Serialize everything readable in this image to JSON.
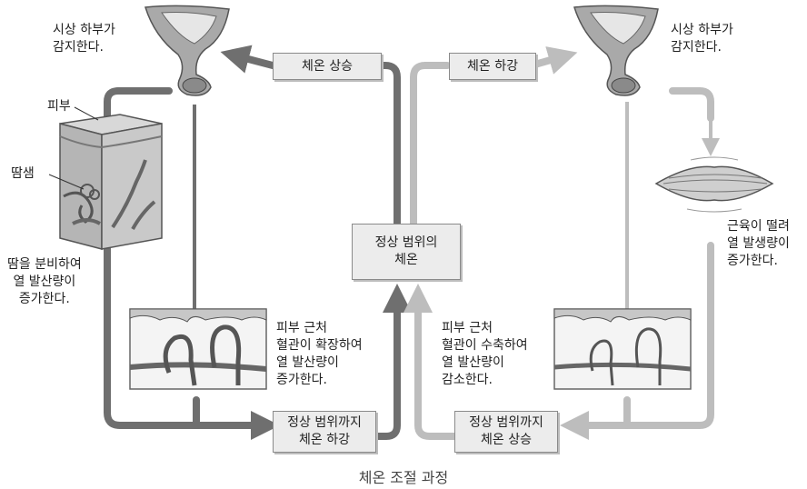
{
  "labels": {
    "hypothalamus_left": "시상 하부가\n감지한다.",
    "hypothalamus_right": "시상 하부가\n감지한다.",
    "skin": "피부",
    "sweat_gland": "땀샘",
    "sweat": "땀을 분비하여\n열 발산량이\n증가한다.",
    "vessel_dilate": "피부 근처\n혈관이 확장하여\n열 발산량이\n증가한다.",
    "vessel_constrict": "피부 근처\n혈관이 수축하여\n열 발산량이\n감소한다.",
    "muscle": "근육이 떨려\n열 발생량이\n증가한다."
  },
  "boxes": {
    "temp_rise": "체온 상승",
    "temp_fall": "체온 하강",
    "normal": "정상 범위의\n체온",
    "lower_to_normal": "정상 범위까지\n체온 하강",
    "raise_to_normal": "정상 범위까지\n체온 상승"
  },
  "caption": "체온 조절 과정",
  "colors": {
    "dark_arrow": "#6f6f6f",
    "light_arrow": "#bdbdbd"
  }
}
